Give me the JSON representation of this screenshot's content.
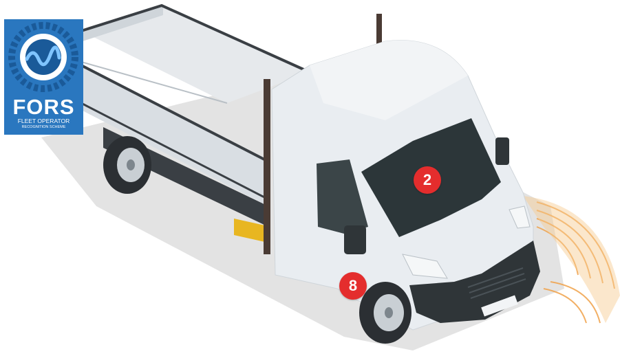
{
  "logo": {
    "title": "FORS",
    "subtitle_line1": "FLEET OPERATOR",
    "subtitle_line2": "RECOGNITION SCHEME",
    "color": "#2a77bf"
  },
  "markers": [
    {
      "label": "2",
      "color": "#e42d2d"
    },
    {
      "label": "8",
      "color": "#e42d2d"
    }
  ],
  "colors": {
    "van_body": "#e9edf1",
    "bumper": "#2f3538",
    "glass": "#2c3639",
    "sensor_waves": "#f0a24a",
    "step": "#e8b621"
  }
}
